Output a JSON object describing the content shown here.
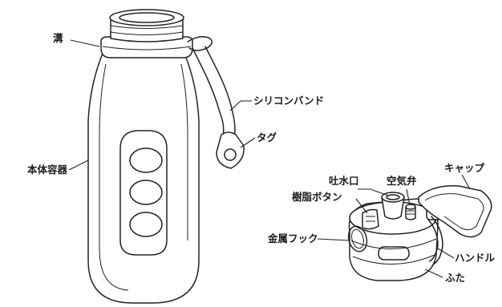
{
  "labels": {
    "groove": "溝",
    "silicone_band": "シリコンバンド",
    "tag": "タグ",
    "body_container": "本体容器",
    "spout": "吐水口",
    "air_valve": "空気弁",
    "cap": "キャップ",
    "resin_button": "樹脂ボタン",
    "metal_hook": "金属フック",
    "handle": "ハンドル",
    "lid": "ふた"
  }
}
